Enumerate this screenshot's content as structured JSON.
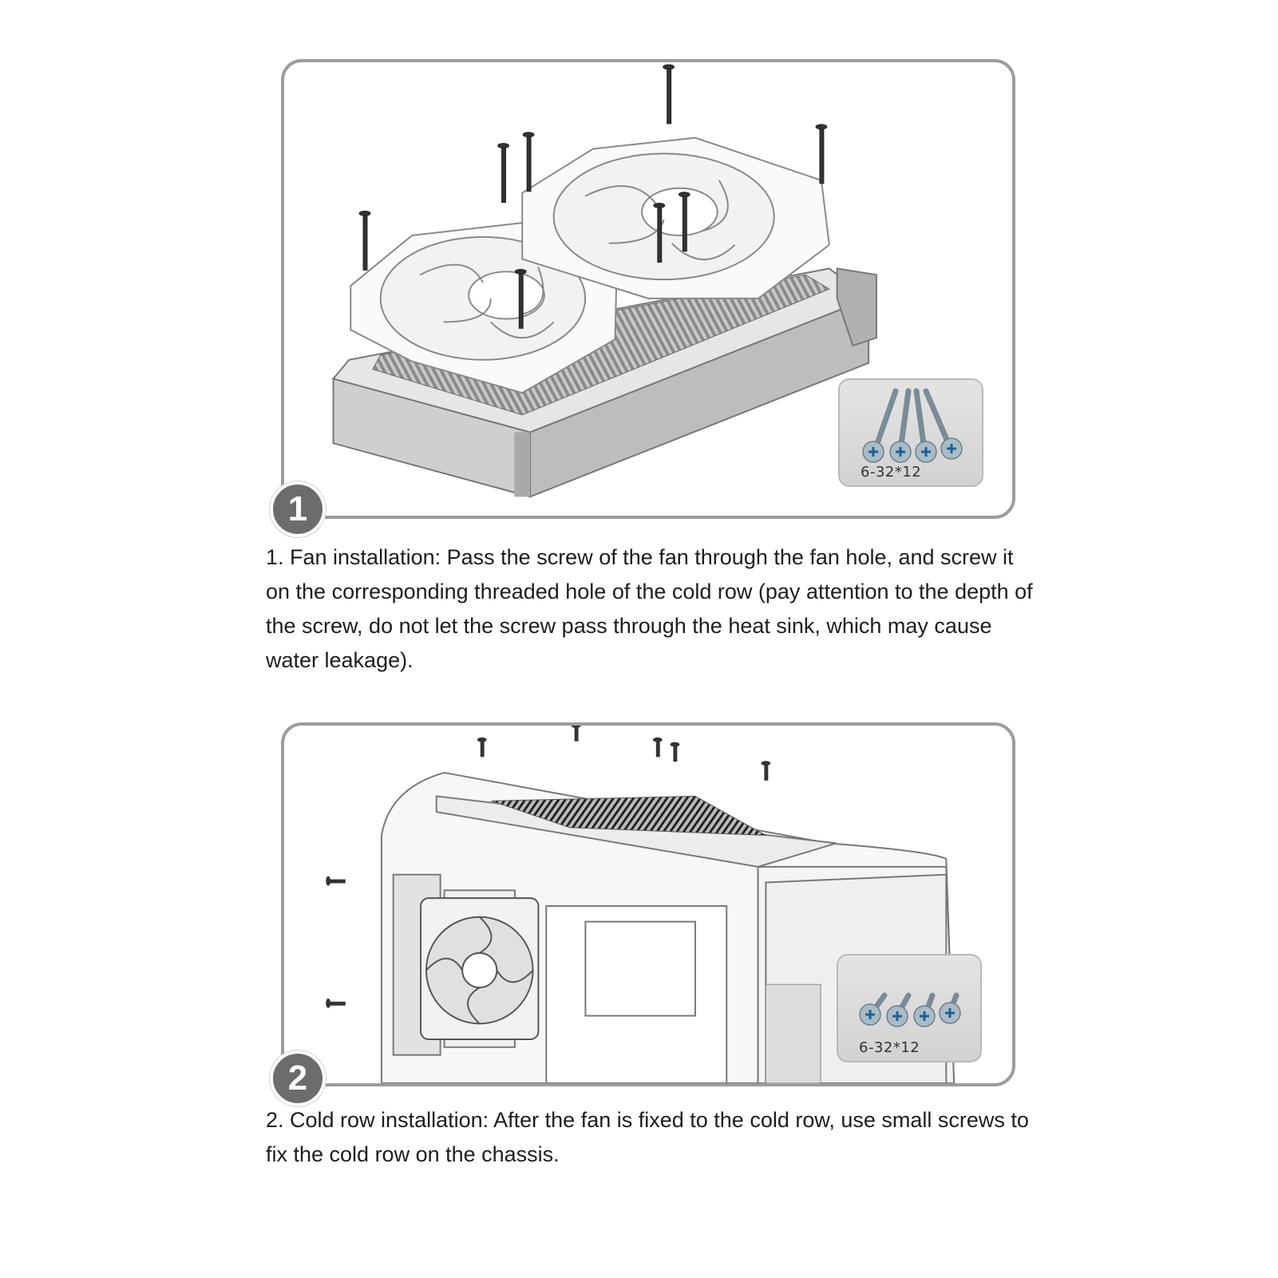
{
  "steps": [
    {
      "badge": "1",
      "screw_spec": "6-32*12",
      "caption": "1. Fan installation: Pass the screw of the fan through the fan hole, and screw it on the corresponding threaded hole of the cold row (pay attention to the depth of the screw, do not let the screw pass through the heat sink, which may cause water leakage)."
    },
    {
      "badge": "2",
      "screw_spec": "6-32*12",
      "caption": "2. Cold row installation: After the fan is fixed to the cold row, use small screws to fix the cold row on the chassis."
    }
  ],
  "icons": [
    "screw-icon",
    "fan-icon",
    "radiator-icon",
    "pc-case-icon"
  ]
}
